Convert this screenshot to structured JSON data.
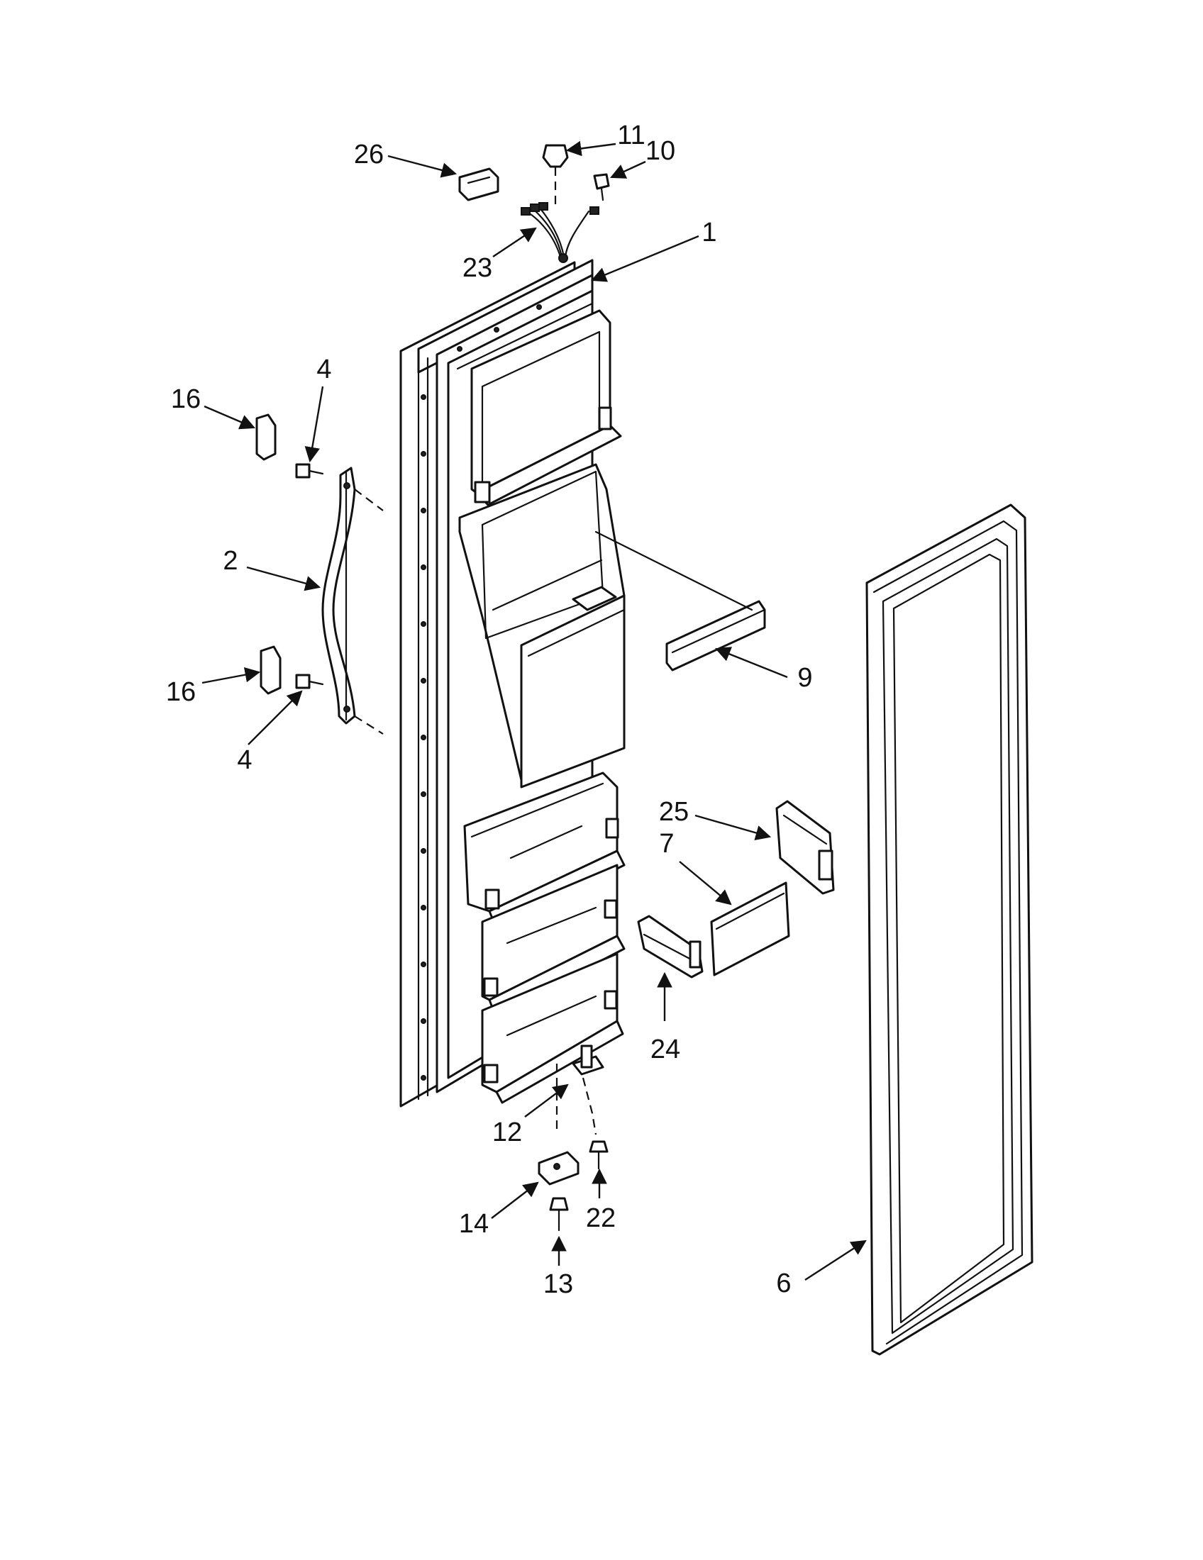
{
  "diagram": {
    "type": "exploded-parts-diagram",
    "callouts": [
      {
        "id": "c1",
        "label": "1"
      },
      {
        "id": "c2",
        "label": "2"
      },
      {
        "id": "c4a",
        "label": "4"
      },
      {
        "id": "c4b",
        "label": "4"
      },
      {
        "id": "c6",
        "label": "6"
      },
      {
        "id": "c7",
        "label": "7"
      },
      {
        "id": "c9",
        "label": "9"
      },
      {
        "id": "c10",
        "label": "10"
      },
      {
        "id": "c11",
        "label": "11"
      },
      {
        "id": "c12",
        "label": "12"
      },
      {
        "id": "c13",
        "label": "13"
      },
      {
        "id": "c14",
        "label": "14"
      },
      {
        "id": "c16a",
        "label": "16"
      },
      {
        "id": "c16b",
        "label": "16"
      },
      {
        "id": "c22",
        "label": "22"
      },
      {
        "id": "c23",
        "label": "23"
      },
      {
        "id": "c24",
        "label": "24"
      },
      {
        "id": "c25",
        "label": "25"
      },
      {
        "id": "c26",
        "label": "26"
      }
    ]
  }
}
